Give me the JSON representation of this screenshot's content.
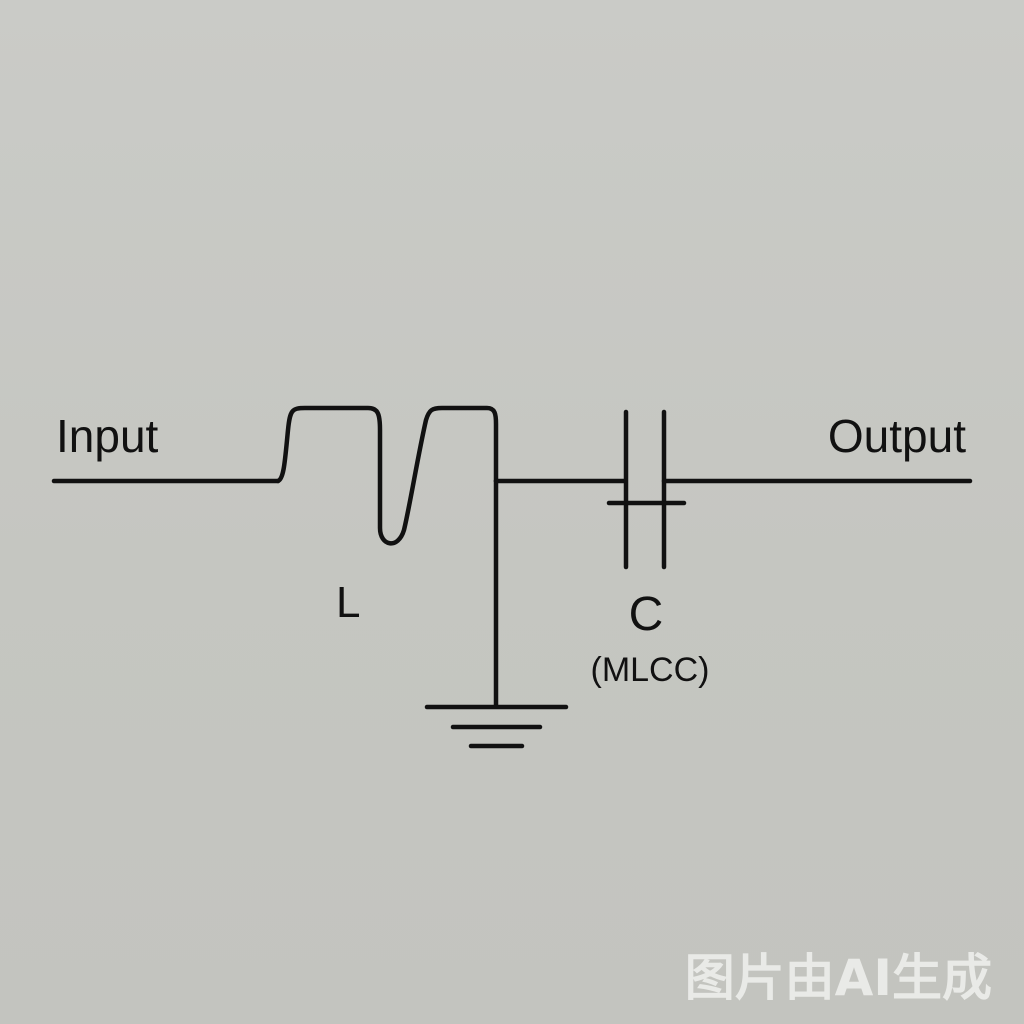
{
  "labels": {
    "input": "Input",
    "output": "Output",
    "inductor": "L",
    "capacitor": "C",
    "capacitor_type": "(MLCC)"
  },
  "watermark": "图片由AI生成",
  "colors": {
    "background": "#c7c8c3",
    "line": "#111111",
    "watermark": "#e9eae7"
  }
}
